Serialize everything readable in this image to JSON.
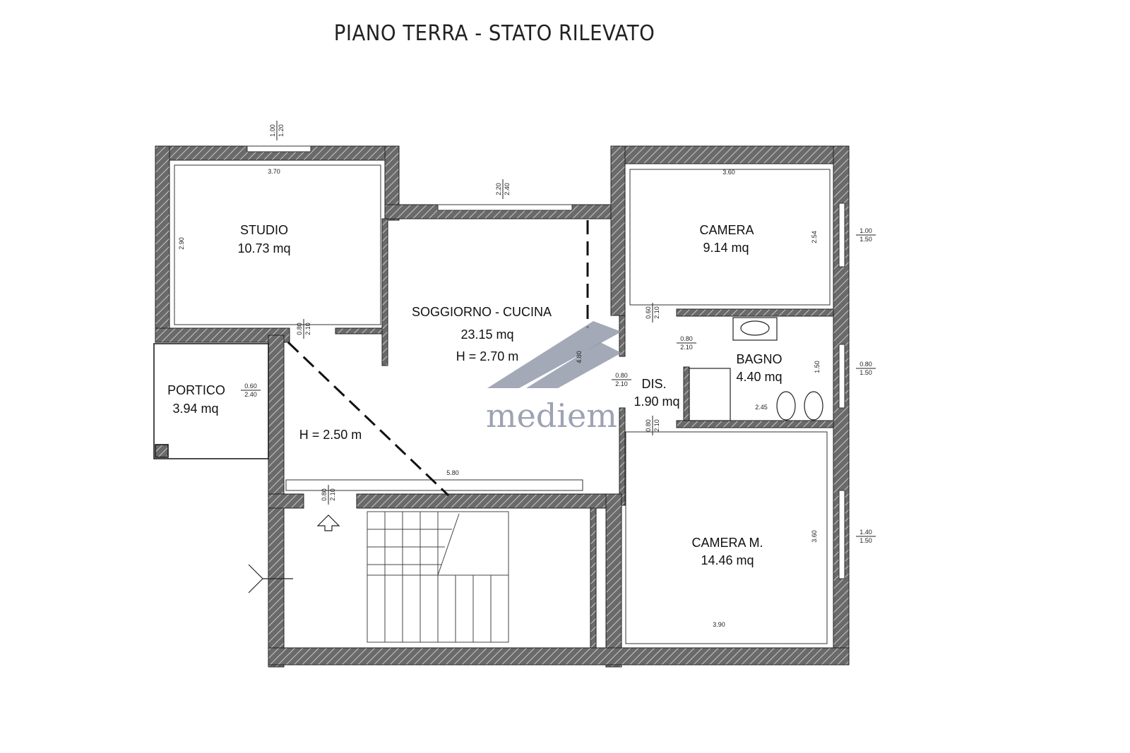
{
  "title": "PIANO TERRA - STATO RILEVATO",
  "watermark": "mediem",
  "colors": {
    "wall": "#5c5c5c",
    "line": "#111111",
    "watermark": "#8d93a6"
  },
  "rooms": {
    "studio": {
      "name": "STUDIO",
      "area": "10.73 mq"
    },
    "soggiorno": {
      "name": "SOGGIORNO - CUCINA",
      "area": "23.15 mq",
      "height": "H = 2.70 m"
    },
    "camera": {
      "name": "CAMERA",
      "area": "9.14 mq"
    },
    "bagno": {
      "name": "BAGNO",
      "area": "4.40 mq"
    },
    "dis": {
      "name": "DIS.",
      "area": "1.90 mq"
    },
    "portico": {
      "name": "PORTICO",
      "area": "3.94 mq"
    },
    "ingresso": {
      "height": "H = 2.50 m"
    },
    "camera_m": {
      "name": "CAMERA M.",
      "area": "14.46 mq"
    }
  },
  "dimensions": {
    "studio_width": "3.70",
    "studio_height": "2.90",
    "camera_width": "3.60",
    "camera_height": "2.54",
    "soggiorno_length": "5.80",
    "soggiorno_depth": "4.80",
    "bagno_height": "1.50",
    "bagno_width": "2.45",
    "camera_m_height": "3.60",
    "camera_m_width": "3.90"
  },
  "openings": {
    "studio_window": [
      "1.00",
      "1.20"
    ],
    "soggiorno_window": [
      "2.20",
      "2.40"
    ],
    "camera_window": [
      "1.00",
      "1.50"
    ],
    "bagno_window": [
      "0.80",
      "1.50"
    ],
    "camera_m_window": [
      "1.40",
      "1.50"
    ],
    "studio_door": [
      "0.80",
      "2.10"
    ],
    "portico_door": [
      "0.60",
      "2.40"
    ],
    "camera_door": [
      "0.60",
      "2.10"
    ],
    "bagno_door": [
      "0.80",
      "2.10"
    ],
    "dis_door": [
      "0.80",
      "2.10"
    ],
    "camera_m_door": [
      "0.80",
      "2.10"
    ],
    "stair_door": [
      "0.80",
      "2.10"
    ]
  }
}
